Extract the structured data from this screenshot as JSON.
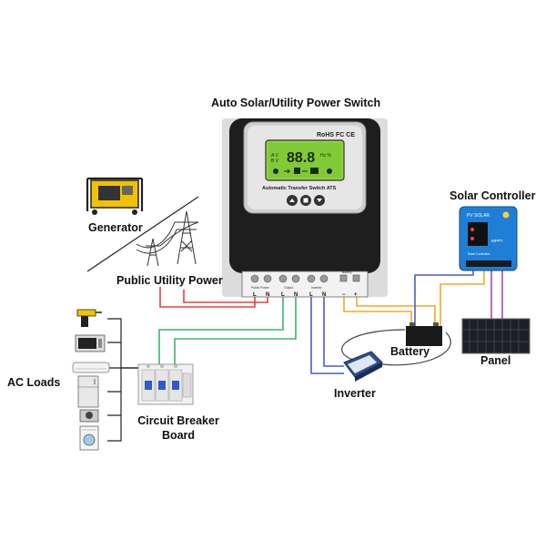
{
  "labels": {
    "switch_title": "Auto Solar/Utility Power Switch",
    "generator": "Generator",
    "public_utility": "Public Utility Power",
    "solar_controller": "Solar Controller",
    "battery": "Battery",
    "panel": "Panel",
    "inverter": "Inverter",
    "ac_loads": "AC Loads",
    "breaker_line1": "Circuit Breaker",
    "breaker_line2": "Board"
  },
  "switch_device": {
    "cert_marks": "RoHS FC CE",
    "lcd_digits": "88.8",
    "model_text": "Automatic Transfer Switch ATS",
    "terminal_group_labels": [
      "Public Power",
      "Output",
      "Inverter",
      "Battery"
    ],
    "terminal_letters": [
      "L",
      "N",
      "L",
      "N",
      "L",
      "N",
      "−",
      "+"
    ]
  },
  "solar_controller_device": {
    "brand_text": "PV SOLAR",
    "mode_text": "MPPT",
    "sub_text": "Solar Controller"
  },
  "colors": {
    "wire_red": "#e8413a",
    "wire_green": "#3cb371",
    "wire_blue": "#4a5fc1",
    "wire_orange": "#f5a623",
    "wire_purple": "#a64ca6",
    "wire_gray": "#444444",
    "device_black": "#1e1e1e",
    "controller_blue": "#1f7fd6"
  },
  "icons": [
    "generator-icon",
    "power-tower-icon",
    "drill-icon",
    "microwave-icon",
    "air-conditioner-icon",
    "refrigerator-icon",
    "camera-icon",
    "washing-machine-icon",
    "circuit-breaker-icon",
    "battery-icon",
    "inverter-icon",
    "solar-panel-icon"
  ]
}
